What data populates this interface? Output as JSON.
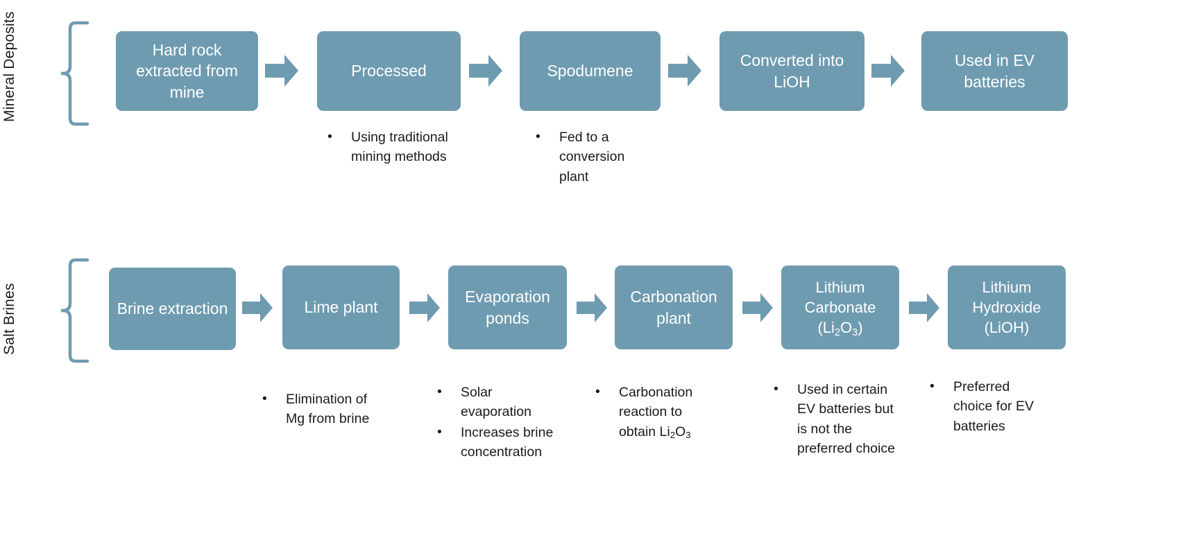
{
  "theme": {
    "box_fill": "#6F9BB0",
    "arrow_fill": "#6F9BB0",
    "brace_stroke": "#6F9BB0",
    "box_text": "#FFFFFF",
    "body_text": "#1A1A1A",
    "background": "#FFFFFF"
  },
  "rows": [
    {
      "label": "Mineral Deposits",
      "steps": [
        {
          "title": "Hard rock extracted from mine",
          "bullets": []
        },
        {
          "title": "Processed",
          "bullets": [
            "Using traditional mining methods"
          ]
        },
        {
          "title": "Spodumene",
          "bullets": [
            "Fed to a conversion plant"
          ]
        },
        {
          "title": "Converted into LiOH",
          "bullets": []
        },
        {
          "title": "Used in EV batteries",
          "bullets": []
        }
      ]
    },
    {
      "label": "Salt Brines",
      "steps": [
        {
          "title": "Brine extraction",
          "bullets": []
        },
        {
          "title": "Lime plant",
          "bullets": [
            "Elimination of Mg from brine"
          ]
        },
        {
          "title": "Evaporation ponds",
          "bullets": [
            "Solar evaporation",
            "Increases brine concentration"
          ]
        },
        {
          "title": "Carbonation plant",
          "bullets": [
            "Carbonation reaction to obtain Li2O3"
          ]
        },
        {
          "title": "Lithium Carbonate (Li2O3)",
          "bullets": [
            "Used in certain EV batteries but is not the preferred choice"
          ]
        },
        {
          "title": "Lithium Hydroxide (LiOH)",
          "bullets": [
            "Preferred choice for EV batteries"
          ]
        }
      ]
    }
  ],
  "icons": {
    "arrow": "right-arrow-icon",
    "brace": "curly-brace-icon"
  }
}
